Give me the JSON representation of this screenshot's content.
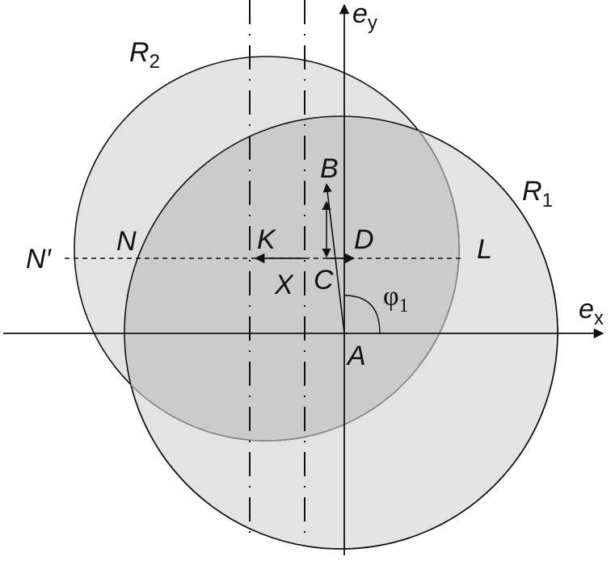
{
  "diagram": {
    "colors": {
      "circle_fill": "#e3e3e3",
      "overlap_fill": "#cbcbcb",
      "stroke": "#111111",
      "circle_r2_stroke": "#888888"
    },
    "labels": {
      "ey": {
        "base": "e",
        "sub": "y"
      },
      "ex": {
        "base": "e",
        "sub": "x"
      },
      "r1": {
        "base": "R",
        "sub": "1"
      },
      "r2": {
        "base": "R",
        "sub": "2"
      },
      "phi1": {
        "base": "φ",
        "sub": "1"
      },
      "B": "B",
      "D": "D",
      "K": "K",
      "L": "L",
      "N": "N",
      "N_prime": "N′",
      "X": "X",
      "C": "C",
      "A": "A"
    }
  }
}
